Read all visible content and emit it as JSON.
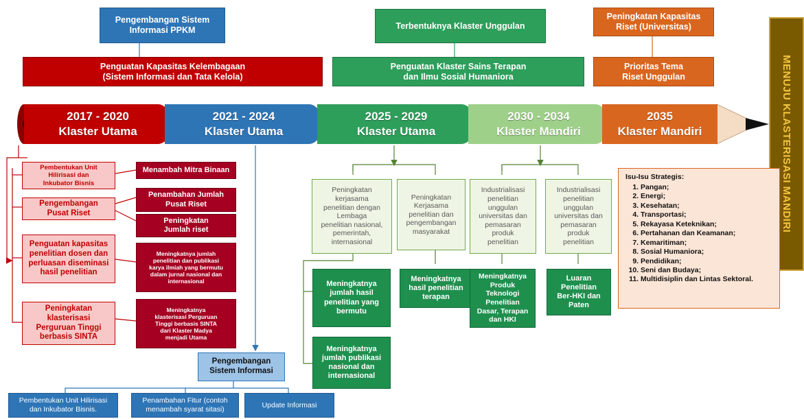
{
  "top_row": {
    "sistem_informasi": "Pengembangan Sistem\nInformasi PPKM",
    "kelembagaan": "Penguatan Kapasitas Kelembagaan\n(Sistem Informasi dan Tata Kelola)",
    "klaster_unggulan": "Terbentuknya Klaster Unggulan",
    "sains_terapan": "Penguatan Klaster Sains Terapan\ndan Ilmu Sosial Humaniora",
    "kapasitas_riset": "Peningkatan Kapasitas\nRiset (Universitas)",
    "prioritas_tema": "Prioritas Tema\nRiset Unggulan"
  },
  "timeline": [
    {
      "period": "2017 - 2020",
      "label": "Klaster Utama"
    },
    {
      "period": "2021 - 2024",
      "label": "Klaster Utama"
    },
    {
      "period": "2025 - 2029",
      "label": "Klaster Utama"
    },
    {
      "period": "2030 - 2034",
      "label": "Klaster Mandiri"
    },
    {
      "period": "2035",
      "label": "Klaster Mandiri"
    }
  ],
  "vertical_banner": "MENUJU KLASTERISASI MANDIRI",
  "left_pink": [
    "Pembentukan Unit\nHilirisasi dan\nInkubator Bisnis",
    "Pengembangan\nPusat Riset",
    "Penguatan kapasitas\npenelitian dosen dan\nperluasan diseminasi\nhasil penelitian",
    "Peningkatan\nklasterisasi\nPerguruan Tinggi\nberbasis SINTA"
  ],
  "left_red": [
    "Menambah Mitra Binaan",
    "Penambahan Jumlah\nPusat Riset",
    "Peningkatan\nJumlah riset",
    "Meningkatnya jumlah\npenelitian dan publikasi\nkarya ilmiah yang bermutu\ndalam jurnal nasional dan\ninternasional",
    "Meningkatnya\nklasterisasi Perguruan\nTinggi berbasis SINTA\ndari Klaster Madya\nmenjadi Utama"
  ],
  "sistem_informasi_box": "Pengembangan\nSistem Informasi",
  "bottom_blue": [
    "Pembentukan Unit Hilirisasi\ndan Inkubator Bisnis.",
    "Penambahan Fitur (contoh\nmenambah syarat sitasi)",
    "Update Informasi"
  ],
  "light_green": [
    "Peningkatan\nkerjasama\npenelitian dengan\nLembaga\npenelitian nasional,\npemerintah,\ninternasional",
    "Peningkatan\nKerjasama\npenelitian dan\npengembangan\nmasyarakat",
    "Industrialisasi\npenelitian\nunggulan\nuniversitas dan\npemasaran\nproduk\npenelitian",
    "Industrialisasi\npenelitian\nunggulan\nuniversitas dan\npemasaran\nproduk\npenelitian"
  ],
  "dark_green": [
    "Meningkatnya\njumlah hasil\npenelitian yang\nbermutu",
    "Meningkatnya\nhasil penelitian\nterapan",
    "Meningkatnya\nProduk\nTeknologi\nPenelitian\nDasar, Terapan\ndan HKI",
    "Luaran\nPenelitian\nBer-HKI dan\nPaten",
    "Meningkatnya\njumlah publikasi\nnasional dan\ninternasional"
  ],
  "issues": {
    "title": "Isu-Isu Strategis:",
    "items": [
      "Pangan;",
      "Energi;",
      "Kesehatan;",
      "Transportasi;",
      "Rekayasa Keteknikan;",
      "Pertahanan dan Keamanan;",
      "Kemaritiman;",
      "Sosial Humaniora;",
      "Pendidikan;",
      "Seni dan Budaya;",
      "Multidisiplin dan Lintas Sektoral."
    ]
  },
  "colors": {
    "red": "#c00000",
    "blue": "#2e75b6",
    "green": "#2e9e5b",
    "light_green": "#9fd08a",
    "orange": "#d9661f",
    "banner": "#7a5a00",
    "banner_text": "#f4c542"
  }
}
